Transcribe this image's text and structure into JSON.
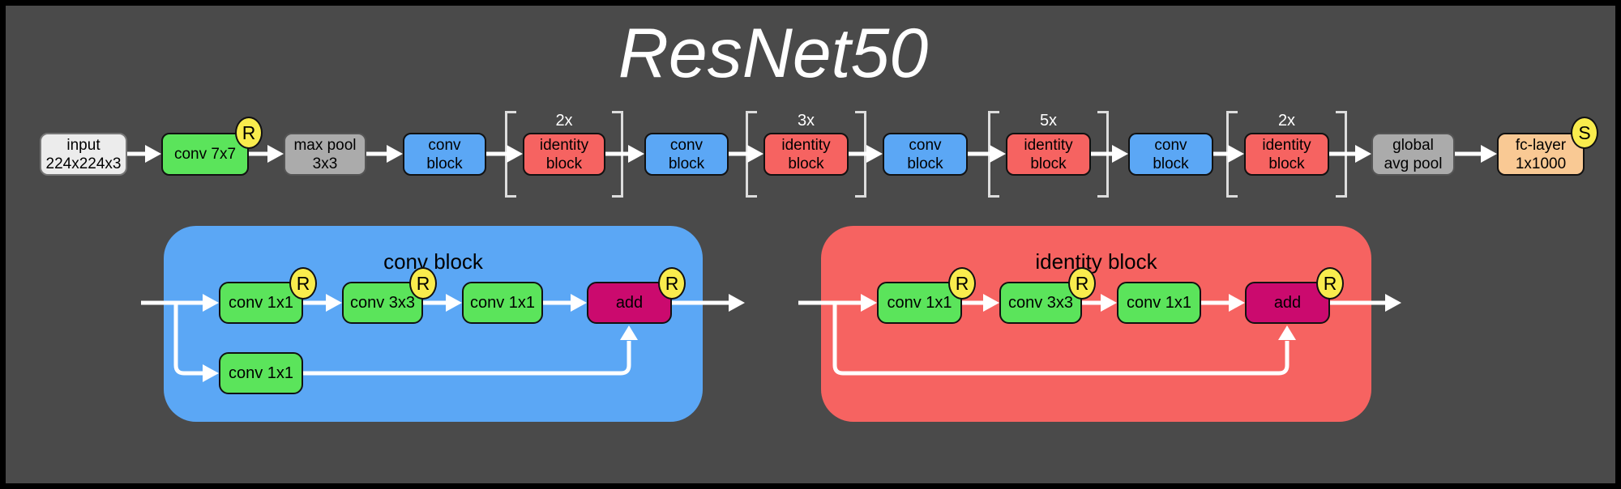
{
  "title": "ResNet50",
  "pipeline": {
    "nodes": [
      {
        "id": "input",
        "type": "io",
        "lines": [
          "input",
          "224x224x3"
        ]
      },
      {
        "id": "conv7x7",
        "type": "conv",
        "lines": [
          "conv 7x7"
        ],
        "badge": "R"
      },
      {
        "id": "maxpool",
        "type": "pool",
        "lines": [
          "max pool",
          "3x3"
        ]
      },
      {
        "id": "conv-block-1",
        "type": "convblock",
        "lines": [
          "conv",
          "block"
        ]
      },
      {
        "id": "identity-block-1",
        "type": "identityblock",
        "lines": [
          "identity",
          "block"
        ],
        "repeat": "2x"
      },
      {
        "id": "conv-block-2",
        "type": "convblock",
        "lines": [
          "conv",
          "block"
        ]
      },
      {
        "id": "identity-block-2",
        "type": "identityblock",
        "lines": [
          "identity",
          "block"
        ],
        "repeat": "3x"
      },
      {
        "id": "conv-block-3",
        "type": "convblock",
        "lines": [
          "conv",
          "block"
        ]
      },
      {
        "id": "identity-block-3",
        "type": "identityblock",
        "lines": [
          "identity",
          "block"
        ],
        "repeat": "5x"
      },
      {
        "id": "conv-block-4",
        "type": "convblock",
        "lines": [
          "conv",
          "block"
        ]
      },
      {
        "id": "identity-block-4",
        "type": "identityblock",
        "lines": [
          "identity",
          "block"
        ],
        "repeat": "2x"
      },
      {
        "id": "global-avg-pool",
        "type": "pool",
        "lines": [
          "global",
          "avg pool"
        ]
      },
      {
        "id": "fc-layer",
        "type": "fc",
        "lines": [
          "fc-layer",
          "1x1000"
        ],
        "badge": "S"
      }
    ]
  },
  "conv_block_detail": {
    "title": "conv block",
    "main_path": [
      {
        "label": "conv 1x1",
        "badge": "R"
      },
      {
        "label": "conv 3x3",
        "badge": "R"
      },
      {
        "label": "conv 1x1"
      },
      {
        "label": "add",
        "badge": "R",
        "type": "add"
      }
    ],
    "shortcut": {
      "label": "conv 1x1"
    }
  },
  "identity_block_detail": {
    "title": "identity block",
    "main_path": [
      {
        "label": "conv 1x1",
        "badge": "R"
      },
      {
        "label": "conv 3x3",
        "badge": "R"
      },
      {
        "label": "conv 1x1"
      },
      {
        "label": "add",
        "badge": "R",
        "type": "add"
      }
    ]
  },
  "colors": {
    "background": "#4a4a4a",
    "frame": "#000000",
    "arrow": "#ffffff",
    "bracket": "#dddddd",
    "conv_green": "#5be45b",
    "block_blue": "#5ba7f5",
    "block_red": "#f66361",
    "add_magenta": "#cb0a6e",
    "pool_gray": "#ababab",
    "input_gray": "#ececec",
    "fc_peach": "#f9c994",
    "badge_yellow": "#f9ec4d"
  }
}
